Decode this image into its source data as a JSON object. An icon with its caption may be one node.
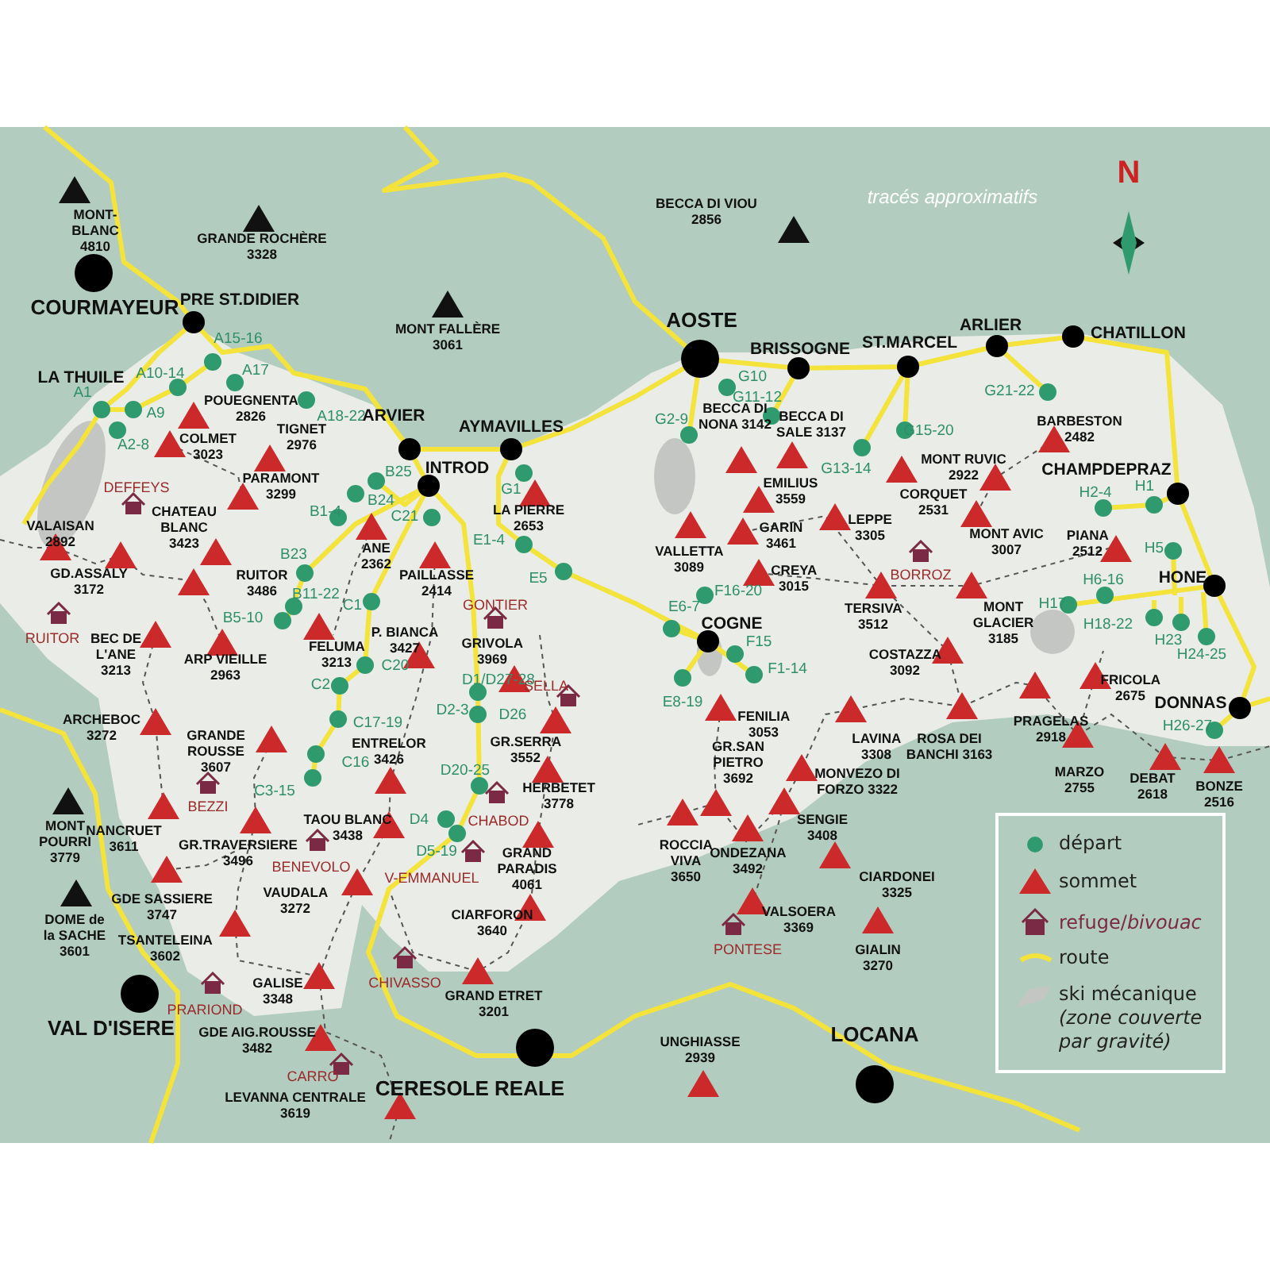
{
  "diagram": {
    "labels": [
      "MONT-BLANC 4810",
      "GRANDE ROCHÈRE 3328",
      "MONT FALLÈRE 3061",
      "BECCA DI VIOU 2856",
      "tracés approximatifs",
      "N",
      "COURMAYEUR",
      "PRE ST.DIDIER",
      "LA THUILE",
      "A1",
      "A9",
      "A2-8",
      "A10-14",
      "A15-16",
      "A17",
      "POUEGNENTA 2826",
      "A18-22",
      "COLMET 3023",
      "TIGNET 2976",
      "ARVIER",
      "AYMAVILLES",
      "INTROD",
      "PARAMONT 3299",
      "DEFFEYS",
      "B25",
      "B24",
      "B1-4",
      "G1",
      "LA PIERRE 2653",
      "C21",
      "CHATEAU BLANC 3423",
      "VALAISAN 2892",
      "ANE 2362",
      "E1-4",
      "GD.ASSALY 3172",
      "RUITOR 3486",
      "B23",
      "PAILLASSE 2414",
      "E5",
      "B11-22",
      "RUITOR",
      "C1",
      "B5-10",
      "GONTIER",
      "BEC DE L'ANE 3213",
      "ARP VIEILLE 2963",
      "P. BIANCA 3427",
      "FELUMA 3213",
      "C20",
      "GRIVOLA 3969",
      "C2",
      "D1/D27-28",
      "SELLA",
      "D2-3",
      "D26",
      "ARCHEBOC 3272",
      "C17-19",
      "GRANDE ROUSSE 3607",
      "ENTRELOR 3426",
      "GR.SERRA 3552",
      "C16",
      "D20-25",
      "HERBETET 3778",
      "C3-15",
      "BEZZI",
      "D4",
      "TAOU BLANC 3438",
      "D5-19",
      "CHABOD",
      "MONT POURRI 3779",
      "NANCRUET 3611",
      "GR.TRAVERSIERE 3496",
      "V-EMMANUEL",
      "GRAND PARADIS 4061",
      "BENEVOLO",
      "GDE SASSIERE 3747",
      "VAUDALA 3272",
      "DOME de la SACHE 3601",
      "CIARFORON 3640",
      "TSANTELEINA 3602",
      "CHIVASSO",
      "GALISE 3348",
      "PRARIOND",
      "GRAND ETRET 3201",
      "VAL D'ISERE",
      "GDE AIG.ROUSSE 3482",
      "CARRO",
      "CERESOLE REALE",
      "LEVANNA CENTRALE 3619",
      "AOSTE",
      "BRISSOGNE",
      "ST.MARCEL",
      "ARLIER",
      "CHATILLON",
      "G10",
      "G11-12",
      "G2-9",
      "BECCA DI NONA 3142",
      "BECCA DI SALE 3137",
      "G21-22",
      "G15-20",
      "G13-14",
      "BARBESTON 2482",
      "MONT RUVIC 2922",
      "CHAMPDEPRAZ",
      "EMILIUS 3559",
      "CORQUET 2531",
      "H2-4",
      "H1",
      "GARIN 3461",
      "LEPPE 3305",
      "VALLETTA 3089",
      "MONT AVIC 3007",
      "PIANA 2512",
      "H5",
      "BORROZ",
      "CREYA 3015",
      "HONE",
      "TERSIVA 3512",
      "MONT GLACIER 3185",
      "F16-20",
      "H6-16",
      "E6-7",
      "H17",
      "COGNE",
      "F15",
      "H18-22",
      "H23",
      "H24-25",
      "F1-14",
      "COSTAZZA 3092",
      "E8-19",
      "FRICOLA 2675",
      "FENILIA 3053",
      "PRAGELAS 2918",
      "LAVINA 3308",
      "ROSA DEI BANCHI 3163",
      "DONNAS",
      "H26-27",
      "GR.SAN PIETRO 3692",
      "MONVEZO DI FORZO 3322",
      "MARZO 2755",
      "DEBAT 2618",
      "BONZE 2516",
      "SENGIE 3408",
      "ROCCIA VIVA 3650",
      "ONDEZANA 3492",
      "CIARDONEI 3325",
      "VALSOERA 3369",
      "GIALIN 3270",
      "PONTESE",
      "UNGHIASSE 2939",
      "LOCANA"
    ],
    "legend": [
      {
        "text": "départ"
      },
      {
        "text": "sommet"
      },
      {
        "text": "refuge/*bivouac*"
      },
      {
        "text": "route"
      },
      {
        "text": "ski mécanique *(zone couverte par gravité)*"
      }
    ]
  }
}
